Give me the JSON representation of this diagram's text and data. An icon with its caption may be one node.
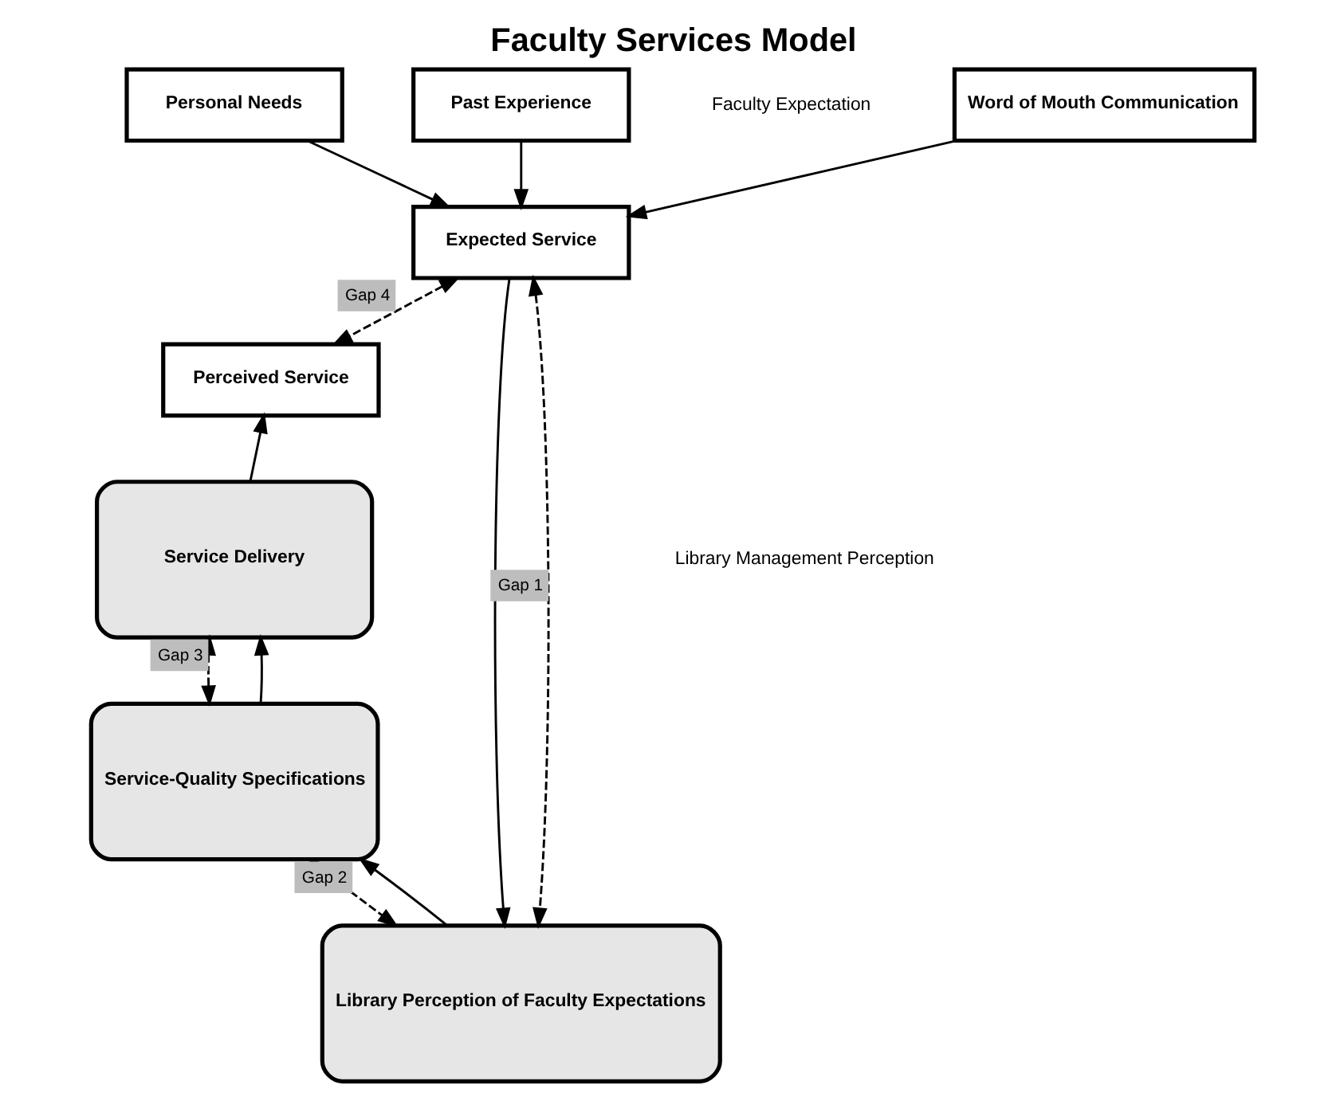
{
  "diagram": {
    "title": "Faculty Services Model",
    "nodes": [
      {
        "text": [
          "Word of Mouth Communication"
        ]
      },
      {
        "text": [
          "Personal Needs"
        ]
      },
      {
        "text": [
          "Past Experience"
        ]
      },
      {
        "text": [
          "Expected Service"
        ]
      },
      {
        "text": [
          "Perceived Service"
        ]
      },
      {
        "text": [
          "Service Delivery"
        ]
      },
      {
        "text": [
          "Service-Quality Specifications"
        ]
      },
      {
        "text": [
          "Library Perception of Faculty Expectations"
        ]
      }
    ],
    "edges": [
      {
        "from": 0,
        "to": 3,
        "arrow": "to"
      },
      {
        "from": 1,
        "to": 3,
        "arrow": "to"
      },
      {
        "from": 2,
        "to": 3,
        "arrow": "to"
      },
      {
        "from": 3,
        "to": 4,
        "arrow": "both",
        "style": "dashed",
        "label": "Gap 4"
      },
      {
        "from": 5,
        "to": 4,
        "arrow": "to"
      },
      {
        "from": 5,
        "to": 6,
        "arrow": "both",
        "style": "dashed",
        "label": "Gap 3"
      },
      {
        "from": 6,
        "to": 5,
        "arrow": "to"
      },
      {
        "from": 6,
        "to": 7,
        "arrow": "both",
        "style": "dashed",
        "label": "Gap 2"
      },
      {
        "from": 7,
        "to": 6,
        "arrow": "to"
      },
      {
        "from": 3,
        "to": 7,
        "arrow": "to"
      },
      {
        "from": 3,
        "to": 7,
        "arrow": "both",
        "style": "dashed",
        "label": "Gap 1"
      }
    ],
    "labels": [
      "Faculty Expectation",
      "Library Management Perception"
    ]
  }
}
